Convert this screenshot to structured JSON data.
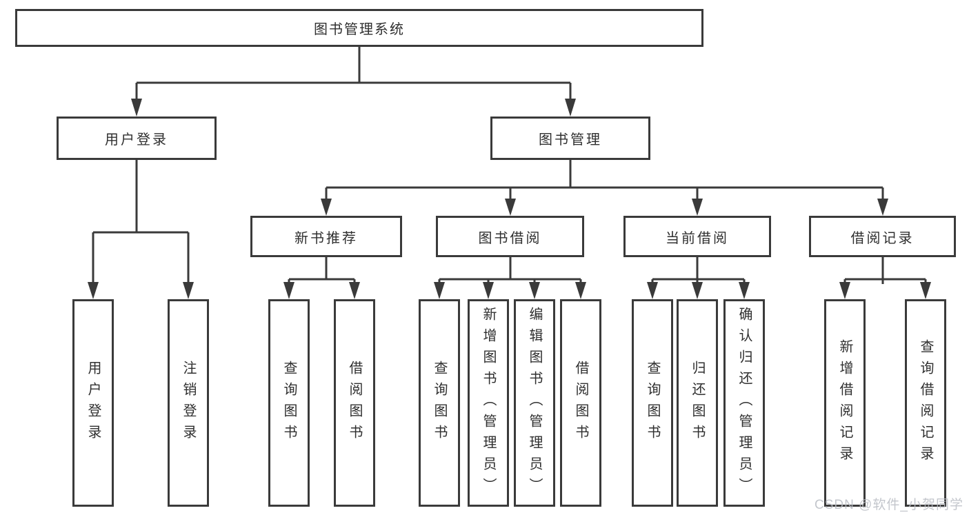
{
  "root": {
    "label": "图书管理系统"
  },
  "level2": {
    "user_login": {
      "label": "用户登录"
    },
    "book_mgmt": {
      "label": "图书管理"
    }
  },
  "level3": {
    "new_books": {
      "label": "新书推荐"
    },
    "book_borrow": {
      "label": "图书借阅"
    },
    "current_borrow": {
      "label": "当前借阅"
    },
    "borrow_records": {
      "label": "借阅记录"
    }
  },
  "leaves": {
    "user_login": [
      "用户登录",
      "注销登录"
    ],
    "new_books": [
      "查询图书",
      "借阅图书"
    ],
    "book_borrow": [
      "查询图书",
      "新增图书（管理员）",
      "编辑图书（管理员）",
      "借阅图书"
    ],
    "current_borrow": [
      "查询图书",
      "归还图书",
      "确认归还（管理员）"
    ],
    "borrow_records": [
      "新增借阅记录",
      "查询借阅记录"
    ]
  },
  "watermark": "CSDN @软件_小贺同学",
  "colors": {
    "line": "#3a3a3a",
    "box_border": "#3a3a3a",
    "text": "#2f2f2f",
    "background": "#ffffff",
    "watermark": "#b9bdc4"
  }
}
